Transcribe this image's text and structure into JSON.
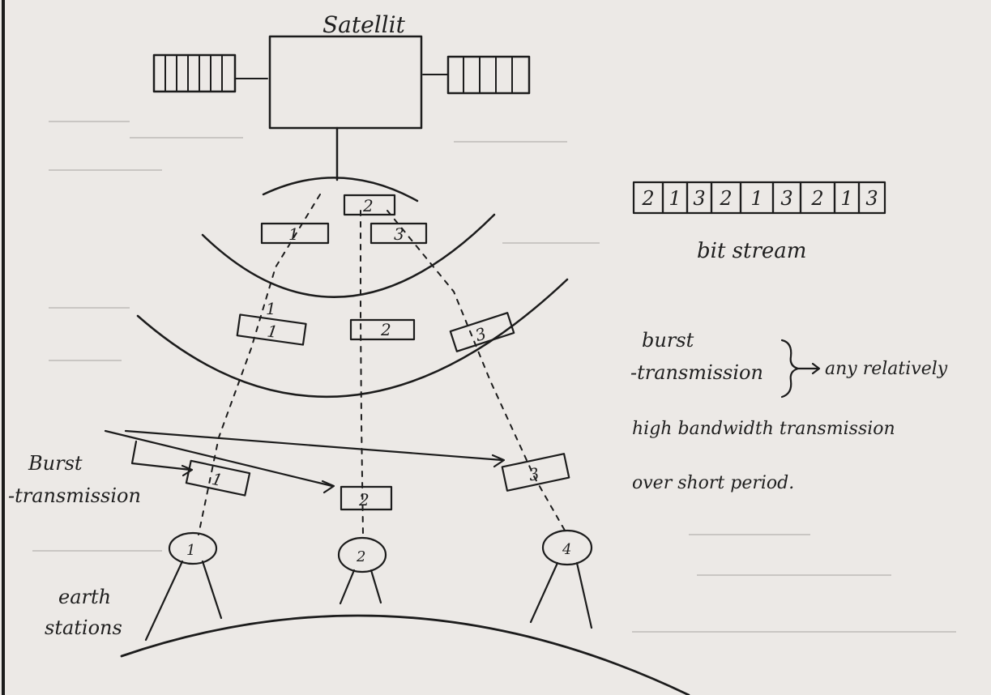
{
  "diagram": {
    "satellite_label": "Satellit",
    "bit_stream": {
      "cells": [
        "2",
        "1",
        "3",
        "2",
        "1",
        "3",
        "2",
        "1",
        "3"
      ],
      "label": "bit stream"
    },
    "burst_left_label": [
      "Burst",
      "-transmission"
    ],
    "earth_label": [
      "earth",
      "stations"
    ],
    "definition": {
      "term": [
        "burst",
        "-transmission"
      ],
      "lines": [
        "any relatively",
        "high bandwidth transmission",
        "over short period."
      ]
    },
    "packets": {
      "inner_top": "2",
      "inner_left": "1",
      "inner_right": "3",
      "middle_left_top": "1",
      "middle_left": "1",
      "middle_center": "2",
      "middle_right": "3",
      "lower_left": "1",
      "lower_center": "2",
      "lower_right": "3"
    },
    "stations": [
      "1",
      "2",
      "4"
    ]
  }
}
